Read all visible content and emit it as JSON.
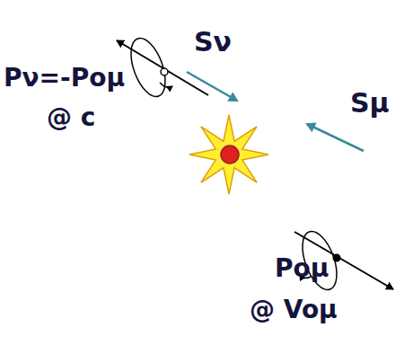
{
  "diagram": {
    "labels": [
      "Sν",
      "Sμ",
      "Pν=-Poμ",
      "@ c",
      "Poμ",
      "@ Voμ"
    ]
  }
}
